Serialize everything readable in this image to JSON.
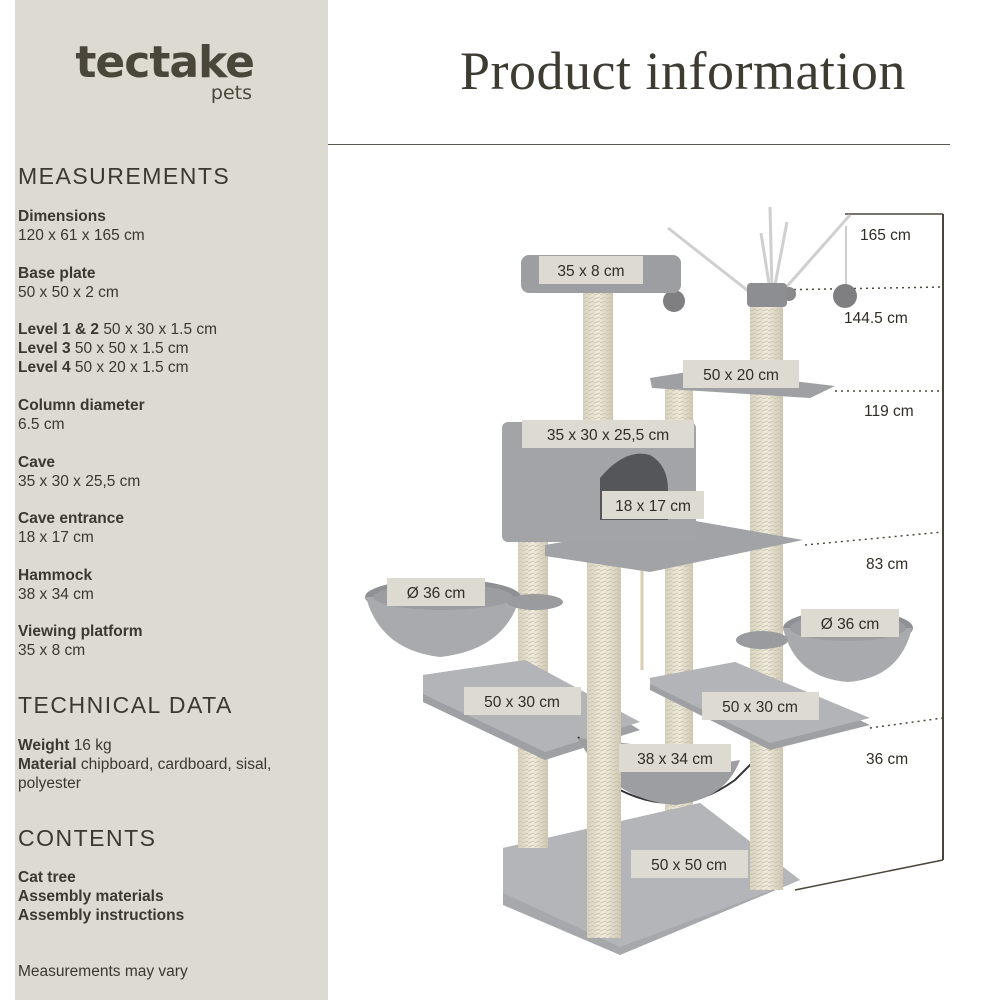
{
  "brand": {
    "name": "tectake",
    "sub": "pets"
  },
  "title": "Product information",
  "measurements": {
    "heading": "MEASUREMENTS",
    "dimensions": {
      "label": "Dimensions",
      "value": "120 x 61 x 165 cm"
    },
    "base_plate": {
      "label": "Base plate",
      "value": "50 x 50 x 2 cm"
    },
    "level12": {
      "label": "Level 1 & 2",
      "value": "50 x 30 x 1.5 cm"
    },
    "level3": {
      "label": "Level 3",
      "value": "50 x 50 x 1.5 cm"
    },
    "level4": {
      "label": "Level 4",
      "value": "50 x 20 x 1.5 cm"
    },
    "column": {
      "label": "Column diameter",
      "value": "6.5 cm"
    },
    "cave": {
      "label": "Cave",
      "value": "35 x 30 x 25,5 cm"
    },
    "cave_entrance": {
      "label": "Cave entrance",
      "value": "18 x 17 cm"
    },
    "hammock": {
      "label": "Hammock",
      "value": "38 x 34 cm"
    },
    "viewing": {
      "label": "Viewing platform",
      "value": "35 x 8 cm"
    }
  },
  "technical": {
    "heading": "TECHNICAL DATA",
    "weight": {
      "label": "Weight",
      "value": "16 kg"
    },
    "material": {
      "label": "Material",
      "value": "chipboard, cardboard, sisal, polyester"
    }
  },
  "contents": {
    "heading": "CONTENTS",
    "items": [
      "Cat tree",
      "Assembly materials",
      "Assembly instructions"
    ]
  },
  "footnote": "Measurements may vary",
  "diagram": {
    "labels": {
      "viewing": "35 x 8 cm",
      "top": "50 x 20 cm",
      "cave": "35 x 30 x 25,5 cm",
      "entrance": "18 x 17 cm",
      "bowl_left": "Ø 36 cm",
      "bowl_right": "Ø 36 cm",
      "level_left": "50 x 30 cm",
      "level_right": "50 x 30 cm",
      "hammock": "38 x 34 cm",
      "base": "50 x 50 cm"
    },
    "heights": [
      "165 cm",
      "144.5 cm",
      "119 cm",
      "83 cm",
      "36 cm"
    ]
  }
}
